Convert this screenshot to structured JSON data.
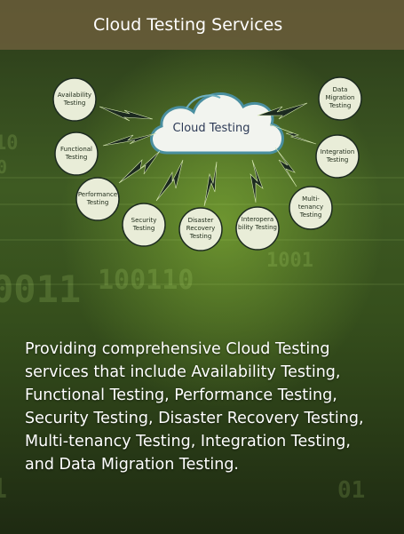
{
  "header": {
    "title": "Cloud Testing Services"
  },
  "diagram": {
    "center_label": "Cloud Testing",
    "nodes": [
      {
        "label": "Availability Testing"
      },
      {
        "label": "Functional Testing"
      },
      {
        "label": "Performance Testing"
      },
      {
        "label": "Security Testing"
      },
      {
        "label": "Disaster Recovery Testing"
      },
      {
        "label": "Interopera bility Testing"
      },
      {
        "label": "Multi-tenancy Testing"
      },
      {
        "label": "Integration Testing"
      },
      {
        "label": "Data Migration Testing"
      }
    ]
  },
  "description": "Providing comprehensive Cloud Testing services that include Availability Testing, Functional Testing, Performance Testing, Security Testing, Disaster Recovery Testing, Multi-tenancy Testing, Integration Testing, and Data Migration Testing.",
  "colors": {
    "header_bg": "#6e5f3c",
    "node_fill": "#e9edd8",
    "bolt": "#1c2a20",
    "cloud_stroke": "#4a8fa0"
  }
}
